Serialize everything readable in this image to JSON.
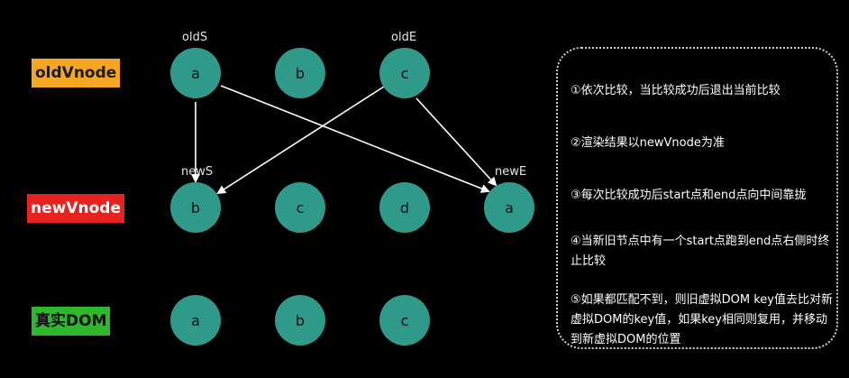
{
  "labels": {
    "old_vnode": "oldVnode",
    "new_vnode": "newVnode",
    "real_dom": "真实DOM"
  },
  "colors": {
    "old_label_bg": "#f5a623",
    "new_label_bg": "#e8231f",
    "dom_label_bg": "#2eb82e",
    "node_fill": "#2f9a8a",
    "arrow": "#ffffff"
  },
  "old_nodes": [
    "a",
    "b",
    "c"
  ],
  "new_nodes": [
    "b",
    "c",
    "d",
    "a"
  ],
  "dom_nodes": [
    "a",
    "b",
    "c"
  ],
  "pointers": {
    "old_start": "oldS",
    "old_end": "oldE",
    "new_start": "newS",
    "new_end": "newE"
  },
  "rules": [
    "①依次比较，当比较成功后退出当前比较",
    "②渲染结果以newVnode为准",
    "③每次比较成功后start点和end点向中间靠拢",
    "④当新旧节点中有一个start点跑到end点右侧时终止比较",
    "⑤如果都匹配不到，则旧虚拟DOM key值去比对新虚拟DOM的key值，如果key相同则复用，并移动到新虚拟DOM的位置"
  ]
}
